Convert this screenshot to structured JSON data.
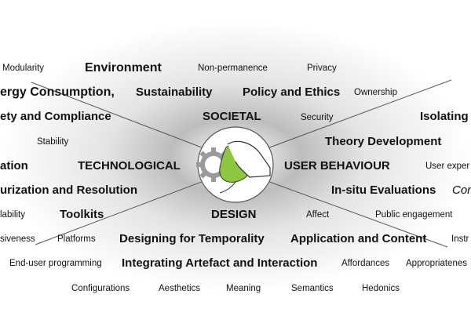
{
  "sections": {
    "societal": "SOCIETAL",
    "technological": "TECHNOLOGICAL",
    "user_behaviour": "USER BEHAVIOUR",
    "design": "DESIGN"
  },
  "terms": {
    "modularity": "Modularity",
    "environment": "Environment",
    "non_permanence": "Non-permanence",
    "privacy": "Privacy",
    "energy_consumption": "ergy Consumption,",
    "sustainability": "Sustainability",
    "policy_ethics": "Policy and Ethics",
    "ownership": "Ownership",
    "safety_compliance": "ety and Compliance",
    "security": "Security",
    "isolating": "Isolating",
    "stability": "Stability",
    "theory_development": "Theory Development",
    "ation": "ation",
    "user_exper": "User exper",
    "urization_resolution": "urization and Resolution",
    "insitu_evaluations": "In-situ Evaluations",
    "con": "Con",
    "lability": "lability",
    "toolkits": "Toolkits",
    "affect": "Affect",
    "public_engagement": "Public engagement",
    "siveness": "siveness",
    "platforms": "Platforms",
    "designing_temporality": "Designing for Temporality",
    "application_content": "Application and Content",
    "instr": "Instr",
    "end_user_programming": "End-user programming",
    "integrating_artefact": "Integrating Artefact and Interaction",
    "affordances": "Affordances",
    "appropriateness": "Appropriatenes",
    "configurations": "Configurations",
    "aesthetics": "Aesthetics",
    "meaning": "Meaning",
    "semantics": "Semantics",
    "hedonics": "Hedonics"
  },
  "colors": {
    "accent_green": "#8dc63f",
    "gear_gray": "#9a9a9a",
    "line_gray": "#555555"
  },
  "icons": {
    "center": "gear-hand-icon"
  }
}
